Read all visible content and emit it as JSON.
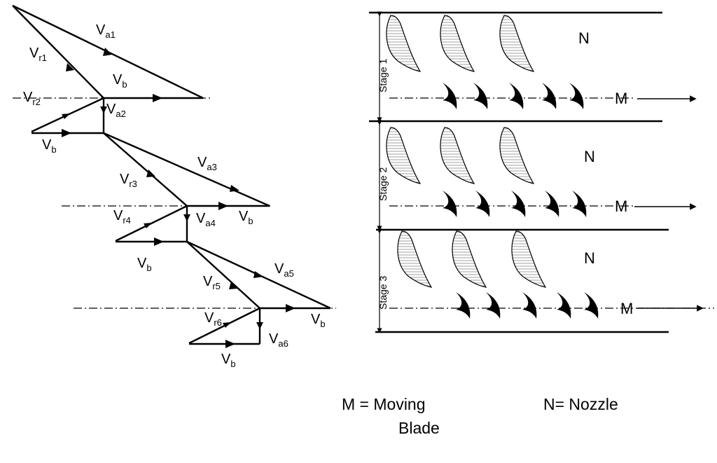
{
  "velocity_labels": {
    "va1": {
      "main": "V",
      "sub": "a1"
    },
    "vr1": {
      "main": "V",
      "sub": "r1"
    },
    "vr2": {
      "main": "V",
      "sub": "r2"
    },
    "va2": {
      "main": "V",
      "sub": "a2"
    },
    "vb_1": {
      "main": "V",
      "sub": "b"
    },
    "vb_2": {
      "main": "V",
      "sub": "b"
    },
    "va3": {
      "main": "V",
      "sub": "a3"
    },
    "vr3": {
      "main": "V",
      "sub": "r3"
    },
    "vr4": {
      "main": "V",
      "sub": "r4"
    },
    "va4": {
      "main": "V",
      "sub": "a4"
    },
    "vb_3": {
      "main": "V",
      "sub": "b"
    },
    "vb_4": {
      "main": "V",
      "sub": "b"
    },
    "va5": {
      "main": "V",
      "sub": "a5"
    },
    "vr5": {
      "main": "V",
      "sub": "r5"
    },
    "vr6": {
      "main": "V",
      "sub": "r6"
    },
    "va6": {
      "main": "V",
      "sub": "a6"
    },
    "vb_5": {
      "main": "V",
      "sub": "b"
    },
    "vb_6": {
      "main": "V",
      "sub": "b"
    }
  },
  "stages": [
    {
      "label": "Stage 1",
      "nozzle_label": "N",
      "moving_label": "M"
    },
    {
      "label": "Stage 2",
      "nozzle_label": "N",
      "moving_label": "M"
    },
    {
      "label": "Stage 3",
      "nozzle_label": "N",
      "moving_label": "M"
    }
  ],
  "legend": {
    "moving_line1": "M = Moving",
    "moving_line2": "Blade",
    "nozzle": "N= Nozzle"
  }
}
